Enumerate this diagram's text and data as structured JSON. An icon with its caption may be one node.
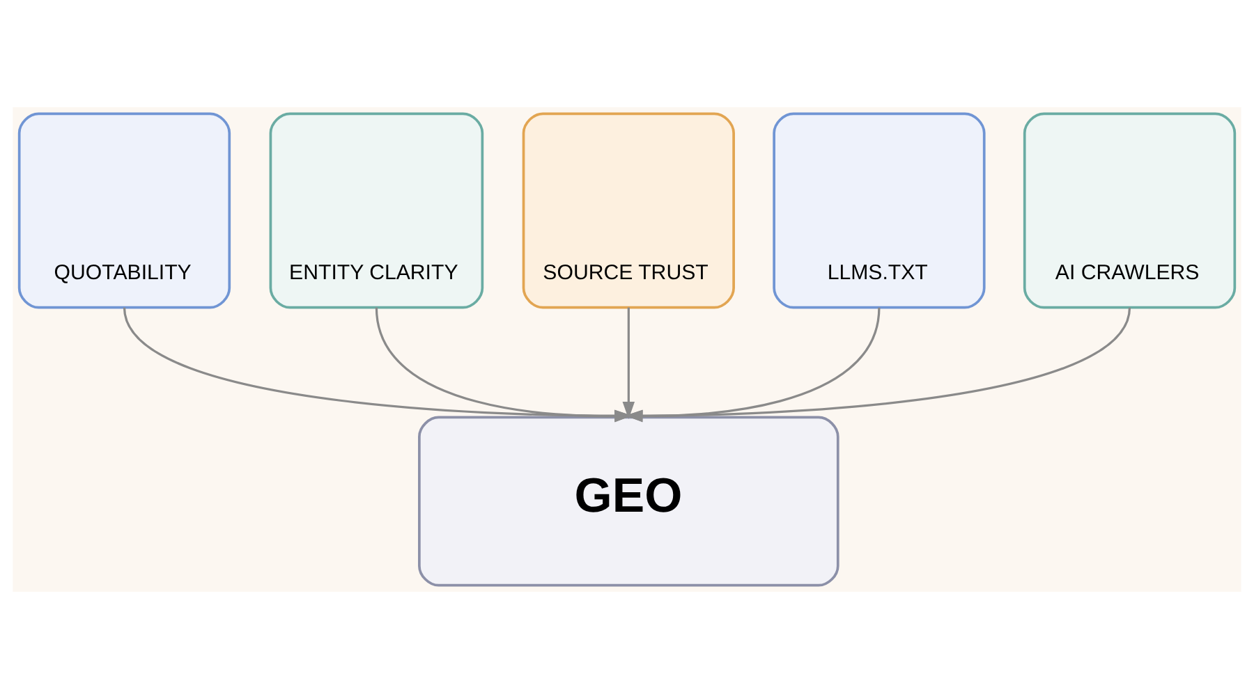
{
  "diagram": {
    "nodes": [
      {
        "text": [
          "QUOTABILITY"
        ]
      },
      {
        "text": [
          "ENTITY CLARITY"
        ]
      },
      {
        "text": [
          "SOURCE TRUST"
        ]
      },
      {
        "text": [
          "LLMS.TXT"
        ]
      },
      {
        "text": [
          "AI CRAWLERS"
        ]
      },
      {
        "text": [
          "GEO"
        ]
      }
    ],
    "edges": [
      {
        "from": 0,
        "to": 5,
        "arrow": "to"
      },
      {
        "from": 1,
        "to": 5,
        "arrow": "to"
      },
      {
        "from": 2,
        "to": 5,
        "arrow": "to"
      },
      {
        "from": 3,
        "to": 5,
        "arrow": "to"
      },
      {
        "from": 4,
        "to": 5,
        "arrow": "to"
      }
    ]
  }
}
